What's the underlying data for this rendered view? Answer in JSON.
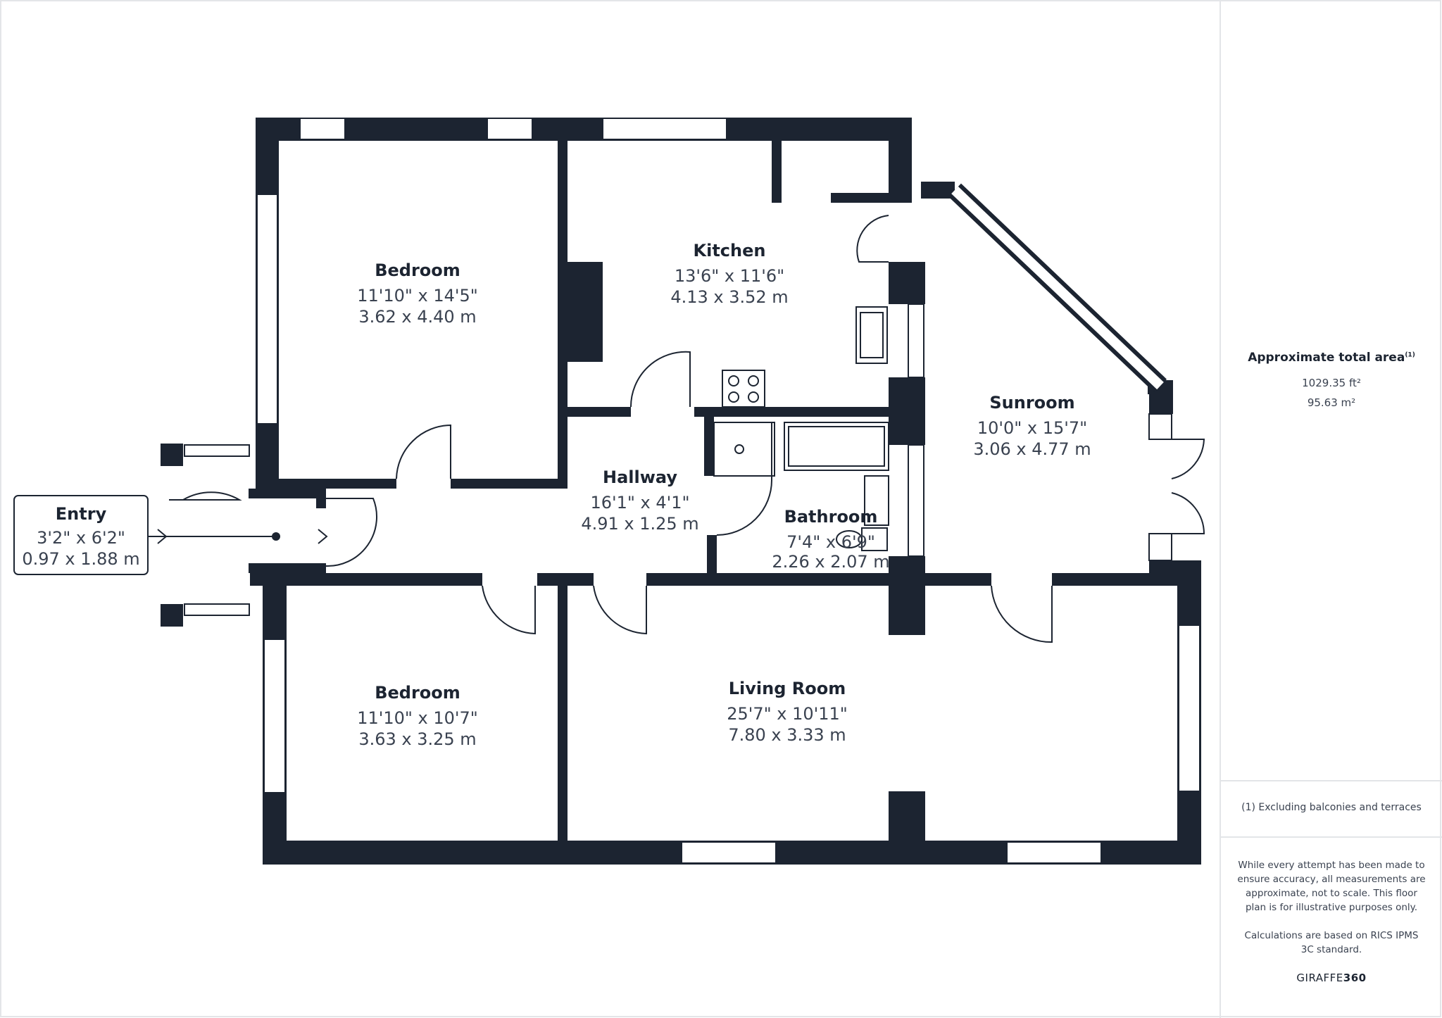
{
  "rooms": {
    "bedroom1": {
      "name": "Bedroom",
      "imperial": "11'10\" x 14'5\"",
      "metric": "3.62 x 4.40 m"
    },
    "kitchen": {
      "name": "Kitchen",
      "imperial": "13'6\" x 11'6\"",
      "metric": "4.13 x 3.52 m"
    },
    "sunroom": {
      "name": "Sunroom",
      "imperial": "10'0\" x 15'7\"",
      "metric": "3.06 x 4.77 m"
    },
    "hallway": {
      "name": "Hallway",
      "imperial": "16'1\" x 4'1\"",
      "metric": "4.91 x 1.25 m"
    },
    "bathroom": {
      "name": "Bathroom",
      "imperial": "7'4\" x 6'9\"",
      "metric": "2.26 x 2.07 m"
    },
    "entry": {
      "name": "Entry",
      "imperial": "3'2\" x 6'2\"",
      "metric": "0.97 x 1.88 m"
    },
    "bedroom2": {
      "name": "Bedroom",
      "imperial": "11'10\" x 10'7\"",
      "metric": "3.63 x 3.25 m"
    },
    "living": {
      "name": "Living Room",
      "imperial": "25'7\" x 10'11\"",
      "metric": "7.80 x 3.33 m"
    }
  },
  "sidebar": {
    "area_title": "Approximate total area",
    "area_title_note": "(1)",
    "area_ft": "1029.35 ft²",
    "area_m": "95.63 m²",
    "footnote": "(1) Excluding balconies and terraces",
    "disclaimer": "While every attempt has been made to ensure accuracy, all measurements are approximate, not to scale. This floor plan is for illustrative purposes only.",
    "calc_note": "Calculations are based on RICS IPMS 3C standard.",
    "brand_a": "GIRAFFE",
    "brand_b": "360"
  },
  "colors": {
    "wall": "#1c2431",
    "text": "#1c2431",
    "dim_text": "#3a4250",
    "divider": "#e3e5e8"
  }
}
